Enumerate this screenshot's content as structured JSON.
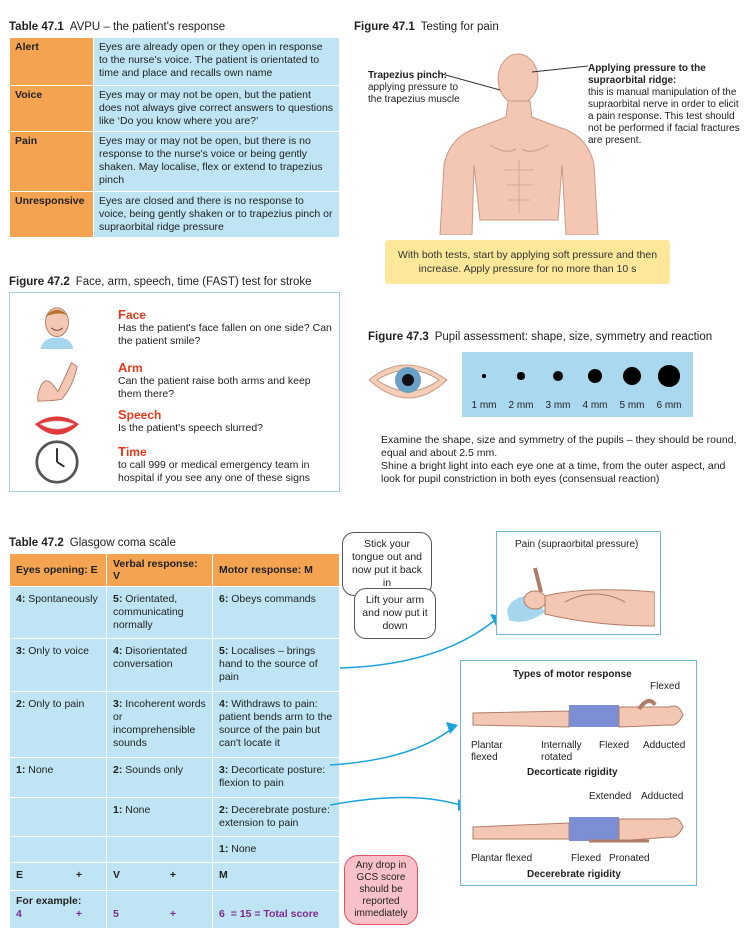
{
  "table471": {
    "num": "Table 47.1",
    "title": "AVPU – the patient's response",
    "rows": [
      {
        "k": "Alert",
        "v": "Eyes are already open or they open in response to the nurse's voice. The patient is orientated to time and place and recalls own name"
      },
      {
        "k": "Voice",
        "v": "Eyes may or may not be open, but the patient does not always give correct answers to questions like ‘Do you know where you are?’"
      },
      {
        "k": "Pain",
        "v": "Eyes may or may not be open, but there is no response to the nurse's voice or being gently shaken. May localise, flex or extend to trapezius pinch"
      },
      {
        "k": "Unresponsive",
        "v": "Eyes are closed and there is no response to voice, being gently shaken or to trapezius pinch or supraorbital ridge pressure"
      }
    ]
  },
  "fig471": {
    "num": "Figure 47.1",
    "title": "Testing for pain",
    "trap_title": "Trapezius pinch:",
    "trap_text": "applying pressure to the trapezius muscle",
    "supra_title": "Applying pressure to the supraorbital ridge:",
    "supra_text": "this is manual manipulation of the supraorbital nerve in order to elicit a pain response. This test should not be performed if facial fractures are present.",
    "note": "With both tests, start by applying soft pressure and then increase. Apply pressure for no more than 10 s"
  },
  "fig472": {
    "num": "Figure 47.2",
    "title": "Face, arm, speech, time (FAST) test for stroke",
    "items": [
      {
        "first": "F",
        "rest": "ace",
        "text": "Has the patient's face fallen on one side? Can the patient smile?"
      },
      {
        "first": "A",
        "rest": "rm",
        "text": "Can the patient raise both arms and keep them there?"
      },
      {
        "first": "S",
        "rest": "peech",
        "text": "Is the patient's speech slurred?"
      },
      {
        "first": "T",
        "rest": "ime",
        "text": "to call 999 or medical emergency team in hospital if you see any one of these signs"
      }
    ]
  },
  "fig473": {
    "num": "Figure 47.3",
    "title": "Pupil assessment: shape, size, symmetry and reaction",
    "sizes": [
      "1 mm",
      "2 mm",
      "3 mm",
      "4 mm",
      "5 mm",
      "6 mm"
    ],
    "diam_mm": [
      1,
      2,
      3,
      4,
      5,
      6
    ],
    "text1": "Examine the shape, size and symmetry of the pupils – they should be round, equal and about 2.5 mm.",
    "text2": "Shine a bright light into each eye one at a time, from the outer aspect, and look for pupil constriction in both eyes (consensual reaction)"
  },
  "table472": {
    "num": "Table 47.2",
    "title": "Glasgow coma scale",
    "headers": [
      "Eyes opening: E",
      "Verbal response: V",
      "Motor response: M"
    ],
    "rows": [
      [
        {
          "n": "4:",
          "t": " Spontaneously"
        },
        {
          "n": "5:",
          "t": " Orientated, communicating normally"
        },
        {
          "n": "6:",
          "t": " Obeys commands"
        }
      ],
      [
        {
          "n": "3:",
          "t": " Only to voice"
        },
        {
          "n": "4:",
          "t": "  Disorientated conversation"
        },
        {
          "n": "5:",
          "t": " Localises – brings hand to the source of pain"
        }
      ],
      [
        {
          "n": "2:",
          "t": " Only to pain"
        },
        {
          "n": "3:",
          "t": " Incoherent words or incomprehensible sounds"
        },
        {
          "n": "4:",
          "t": " Withdraws to pain: patient bends arm to the source of the pain but can't locate it"
        }
      ],
      [
        {
          "n": "1:",
          "t": " None"
        },
        {
          "n": "2:",
          "t": " Sounds only"
        },
        {
          "n": "3:",
          "t": " Decorticate posture: flexion to pain"
        }
      ],
      [
        {
          "n": "",
          "t": ""
        },
        {
          "n": "1:",
          "t": " None"
        },
        {
          "n": "2:",
          "t": " Decerebrate posture: extension to pain"
        }
      ],
      [
        {
          "n": "",
          "t": ""
        },
        {
          "n": "",
          "t": ""
        },
        {
          "n": "1:",
          "t": " None"
        }
      ]
    ],
    "sum_row": {
      "e": "E",
      "plus1": "+",
      "v": "V",
      "plus2": "+",
      "m": "M"
    },
    "example_label": "For example:",
    "example": {
      "e": "4",
      "plus1": "+",
      "v": "5",
      "plus2": "+",
      "m": "6",
      "rest": "= 15 = Total score"
    },
    "bubble_tongue": "Stick your tongue out and now put it back in",
    "bubble_arm": "Lift your arm and now put it down",
    "bubble_drop": "Any drop in GCS score should be reported immediately"
  },
  "motor": {
    "pain_label": "Pain (supraorbital pressure)",
    "types_title": "Types of motor response",
    "flexed": "Flexed",
    "plantar_flexed_2": "Plantar\nflexed",
    "internally_rotated": "Internally rotated",
    "flexed2": "Flexed",
    "adducted": "Adducted",
    "decorticate": "Decorticate rigidity",
    "extended": "Extended",
    "adducted2": "Adducted",
    "plantar_flexed": "Plantar flexed",
    "flexed3": "Flexed",
    "pronated": "Pronated",
    "decerebrate": "Decerebrate rigidity"
  },
  "colors": {
    "orange": "#f4a350",
    "blue": "#bfe5f5",
    "arrow": "#1aa3dc",
    "red": "#e23a1c",
    "purple": "#7b2a8f"
  }
}
